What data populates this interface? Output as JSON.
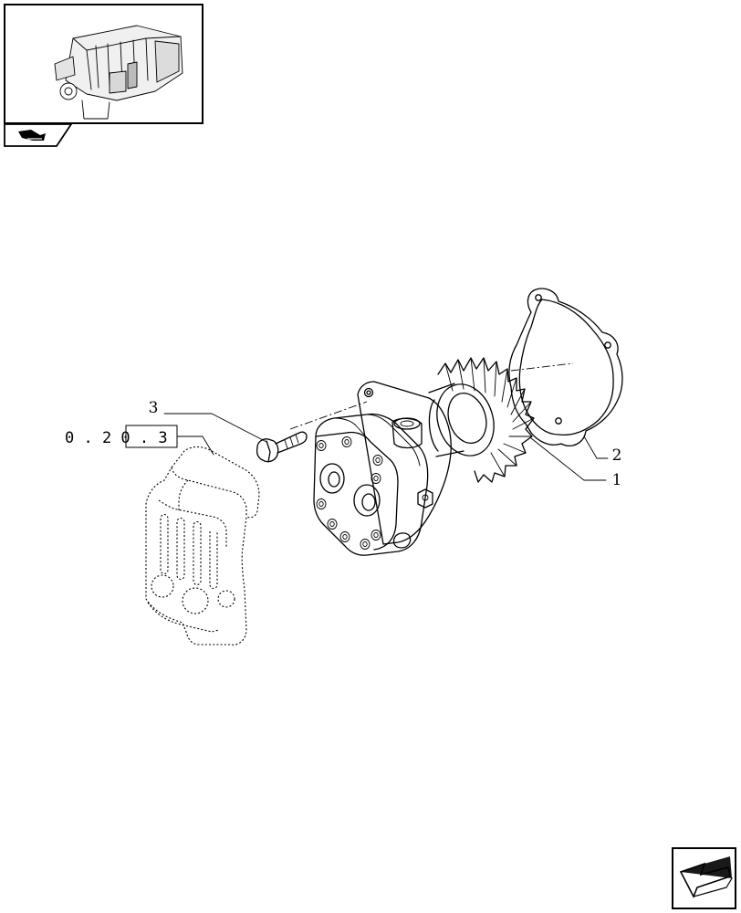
{
  "callouts": [
    {
      "id": "1",
      "text": "1"
    },
    {
      "id": "2",
      "text": "2"
    },
    {
      "id": "3",
      "text": "3"
    }
  ],
  "reference": {
    "text": "0 . 2 0 . 3"
  },
  "icons": {
    "thumbnail": "engine-thumbnail-icon",
    "nav_tab": "hand-pointer-icon",
    "next_page": "next-arrow-icon"
  }
}
